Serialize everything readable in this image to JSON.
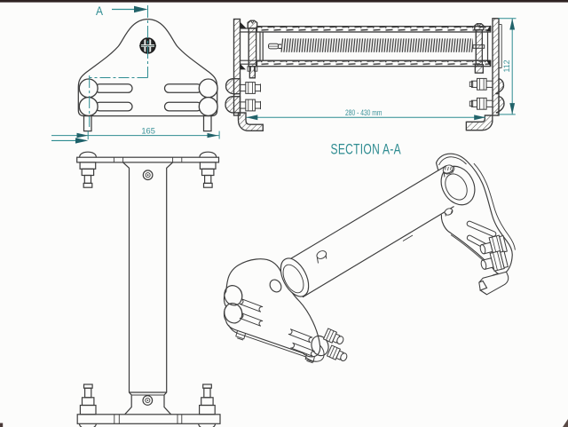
{
  "document": {
    "type": "technical-drawing",
    "title": "SECTION A-A",
    "background_color": "#fcfcfb",
    "line_color": "#3c3c3c",
    "accent_color": "#2f8c91"
  },
  "annotations": {
    "section_cut_label": "A",
    "section_view_label": "SECTION A-A"
  },
  "dimensions": {
    "front_width": {
      "text": "165"
    },
    "clamp_span": {
      "text": "280 - 430 mm"
    },
    "section_height": {
      "text": "112"
    }
  },
  "views": {
    "front": {
      "name": "front-view"
    },
    "section": {
      "name": "section-view-a-a"
    },
    "plan": {
      "name": "plan-view"
    },
    "isometric": {
      "name": "isometric-view"
    }
  }
}
